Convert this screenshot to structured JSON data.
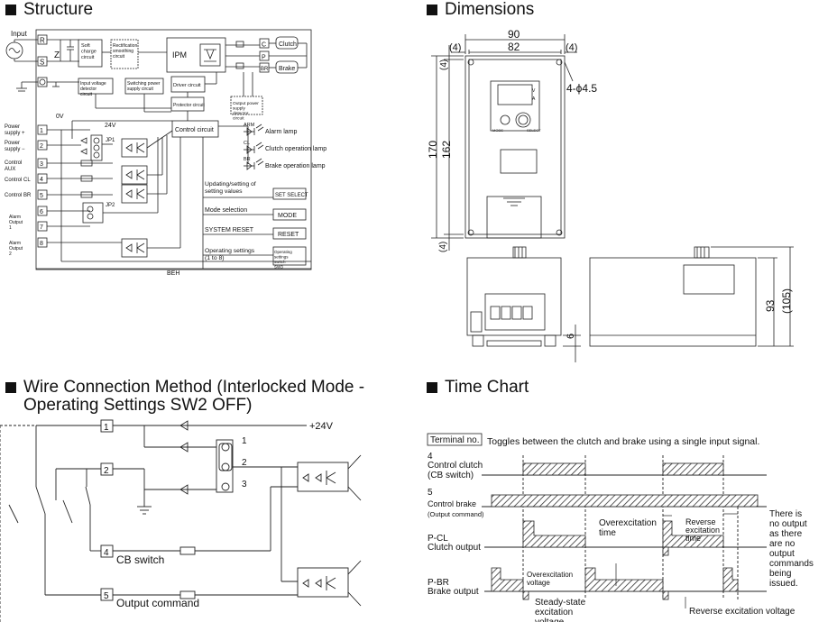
{
  "sections": {
    "structure": "Structure",
    "dimensions": "Dimensions",
    "wire": "Wire Connection Method (Interlocked Mode - Operating Settings SW2 OFF)",
    "time_chart": "Time Chart"
  },
  "structure": {
    "input": "Input",
    "terminals_in": [
      "R",
      "S"
    ],
    "terminals_out": [
      "C",
      "P",
      "BR"
    ],
    "z": "Z",
    "soft_charge": "Soft charge circuit",
    "rectification": "Rectification smoothing circuit",
    "ipm": "IPM",
    "input_voltage_detector": "Input voltage detector circuit",
    "switching_power": "Switching power supply circuit",
    "driver_circuit": "Driver circuit",
    "protector_circuit": "Protector circuit",
    "output_power_detector": "Output power supply detector circuit",
    "control_circuit": "Control circuit",
    "clutch": "Clutch",
    "brake": "Brake",
    "v0": "0V",
    "v24": "24V",
    "jp1": "JP1",
    "jp2": "JP2",
    "power_plus": "Power supply +",
    "power_minus": "Power supply −",
    "control_aux": "Control AUX",
    "control_cl": "Control CL",
    "control_br": "Control BR",
    "alarm_out1": "Alarm Output 1",
    "alarm_out2": "Alarm Output 2",
    "numbers": [
      "1",
      "2",
      "3",
      "4",
      "5",
      "6",
      "7",
      "8"
    ],
    "arm": "ARM",
    "cl": "CL",
    "br": "BR",
    "alarm_lamp": "Alarm lamp",
    "clutch_lamp": "Clutch operation lamp",
    "brake_lamp": "Brake operation lamp",
    "updating": "Updating/setting of setting values",
    "set_select": "SET SELECT",
    "mode_selection": "Mode selection",
    "mode": "MODE",
    "system_reset": "SYSTEM RESET",
    "reset": "RESET",
    "operating_settings": "Operating settings (1 to 8)",
    "op_switch": "Operating settings switch SW3",
    "beh": "BEH"
  },
  "dimensions": {
    "d90": "90",
    "d82": "82",
    "d4a": "(4)",
    "d4b": "(4)",
    "d4c": "(4)",
    "d4d": "(4)",
    "d170": "170",
    "d162": "162",
    "hole": "4-ϕ4.5",
    "d93": "93",
    "d105": "(105)",
    "d6": "6",
    "panel_v": "V",
    "panel_a": "A",
    "panel_mode": "MODE",
    "panel_select": "SELECT"
  },
  "wire": {
    "terminals": [
      "1",
      "2",
      "4",
      "5"
    ],
    "jp_labels": [
      "1",
      "2",
      "3"
    ],
    "v24": "+24V",
    "cb_switch": "CB switch",
    "output_command": "Output command"
  },
  "time_chart": {
    "terminal_no": "Terminal no.",
    "description": "Toggles between the clutch and brake using a single input signal.",
    "row_clutch_num": "4",
    "row_clutch_l1": "Control clutch",
    "row_clutch_l2": "(CB switch)",
    "row_brake_num": "5",
    "row_brake_l1": "Control brake",
    "row_brake_l2": "(Output command)",
    "row_pcl_l1": "P-CL",
    "row_pcl_l2": "Clutch output",
    "row_pbr_l1": "P-BR",
    "row_pbr_l2": "Brake output",
    "overexcitation_time": "Overexcitation time",
    "reverse_excitation_time": "Reverse excitation time",
    "overexcitation_voltage": "Overexcitation voltage",
    "steady_state": "Steady-state excitation voltage",
    "reverse_voltage": "Reverse excitation voltage",
    "no_output_note": "There is no output as there are no output commands being issued."
  }
}
